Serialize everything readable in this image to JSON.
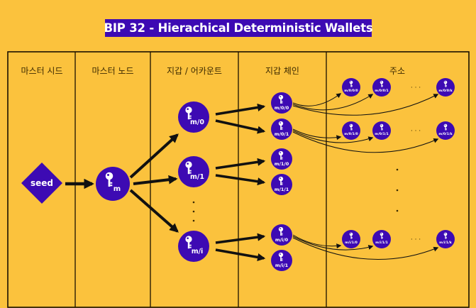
{
  "title": "BIP 32 - Hierachical Deterministic Wallets",
  "columns": [
    "마스터 시드",
    "마스터 노드",
    "지갑 / 어카운트",
    "지갑 체인",
    "주소"
  ],
  "seed_label": "seed",
  "master_label": "m",
  "accounts": [
    "m/0",
    "m/1",
    "m/i"
  ],
  "chains": [
    "m/0/0",
    "m/0/1",
    "m/1/0",
    "m/1/1",
    "m/i/0",
    "m/i/1"
  ],
  "addresses": {
    "row1": [
      "m/0/0/0",
      "m/0/0/1",
      "m/0/0/k"
    ],
    "row2": [
      "m/0/1/0",
      "m/0/1/1",
      "m/0/1/k"
    ],
    "row3": [
      "m/i/1/0",
      "m/i/1/1",
      "m/i/1/k"
    ]
  },
  "ellipsis": "· · ·",
  "colors": {
    "background": "#fbc23d",
    "node": "#3d0ab3",
    "border": "#1a1000"
  }
}
